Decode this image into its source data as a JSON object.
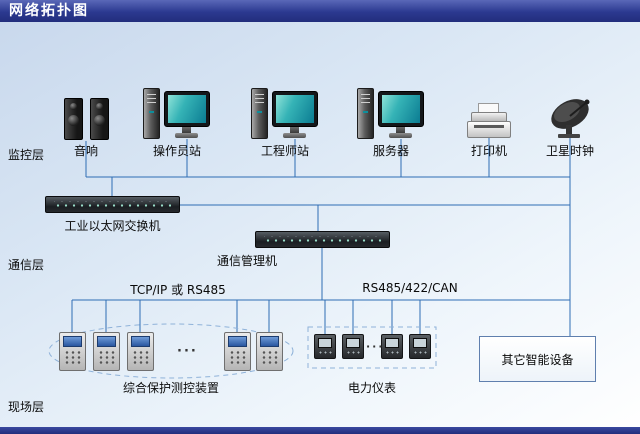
{
  "header": {
    "title": "网络拓扑图"
  },
  "layers": {
    "monitoring": "监控层",
    "communication": "通信层",
    "field": "现场层"
  },
  "monitoring_devices": {
    "speakers": "音响",
    "operator_station": "操作员站",
    "engineer_station": "工程师站",
    "server": "服务器",
    "printer": "打印机",
    "satellite_clock": "卫星时钟"
  },
  "network": {
    "ethernet_switch": "工业以太网交换机",
    "comm_manager": "通信管理机",
    "left_bus_label": "TCP/IP 或 RS485",
    "right_bus_label": "RS485/422/CAN"
  },
  "field_devices": {
    "protection_group": "综合保护测控装置",
    "meter_group": "电力仪表",
    "other_devices": "其它智能设备",
    "ellipsis": "···"
  },
  "colors": {
    "header_bg": "#2b3990",
    "line": "#2e6db4",
    "dashed_outline": "#8fb2d9",
    "screen_teal": "#1d96a0",
    "canvas_top": "#c7d7ec"
  }
}
